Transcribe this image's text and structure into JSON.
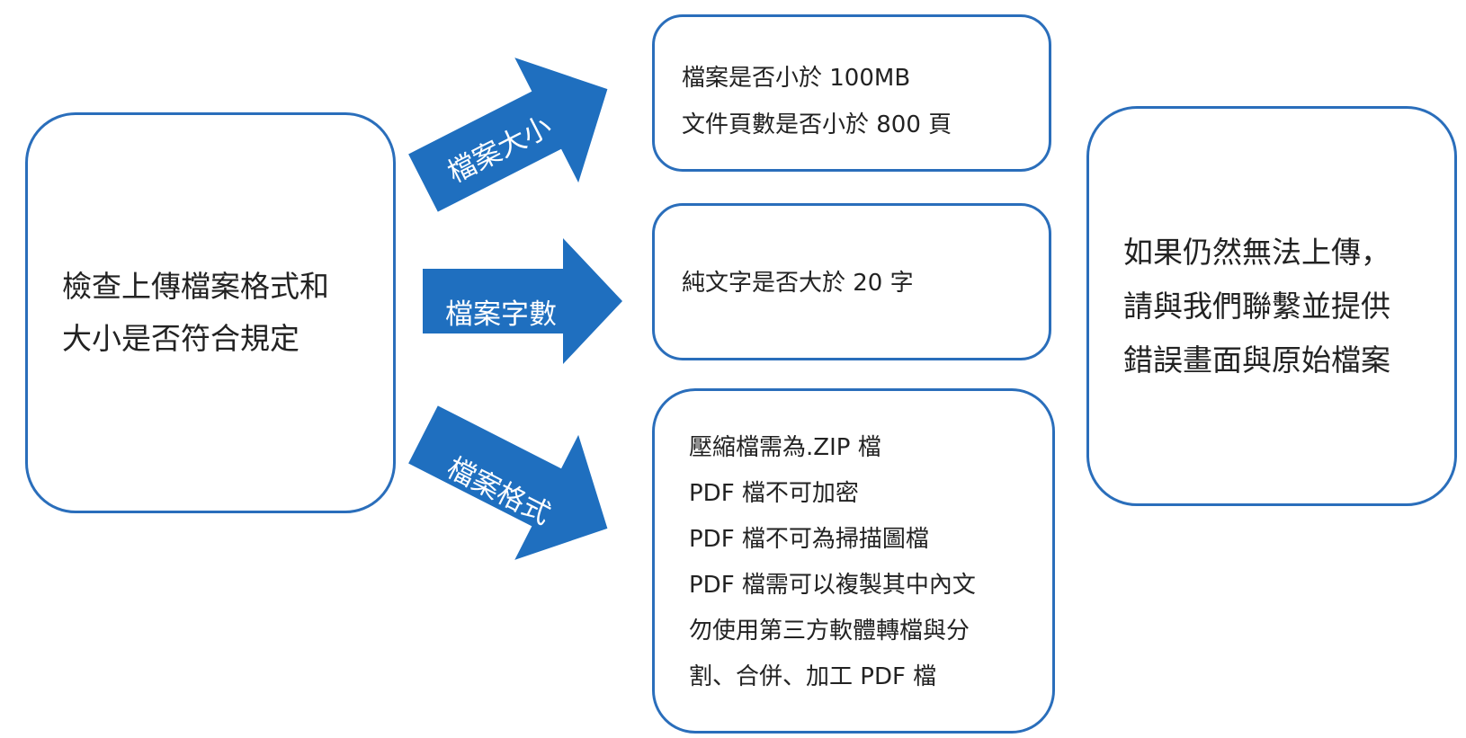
{
  "start_box": {
    "lines": [
      "檢查上傳檔案格式和",
      "大小是否符合規定"
    ]
  },
  "arrows": [
    {
      "label": "檔案大小",
      "color": "#1f6fbf"
    },
    {
      "label": "檔案字數",
      "color": "#1f6fbf"
    },
    {
      "label": "檔案格式",
      "color": "#1f6fbf"
    }
  ],
  "size_box": {
    "lines": [
      "檔案是否小於 100MB",
      "文件頁數是否小於 800 頁"
    ]
  },
  "count_box": {
    "lines": [
      "純文字是否大於 20 字"
    ]
  },
  "format_box": {
    "lines": [
      "壓縮檔需為.ZIP 檔",
      "PDF 檔不可加密",
      "PDF 檔不可為掃描圖檔",
      "PDF 檔需可以複製其中內文",
      "勿使用第三方軟體轉檔與分",
      "割、合併、加工 PDF 檔"
    ]
  },
  "end_box": {
    "lines": [
      "如果仍然無法上傳，",
      "請與我們聯繫並提供",
      "錯誤畫面與原始檔案"
    ]
  },
  "colors": {
    "box_border": "#2a6ebb",
    "arrow_fill": "#1f6fbf"
  }
}
